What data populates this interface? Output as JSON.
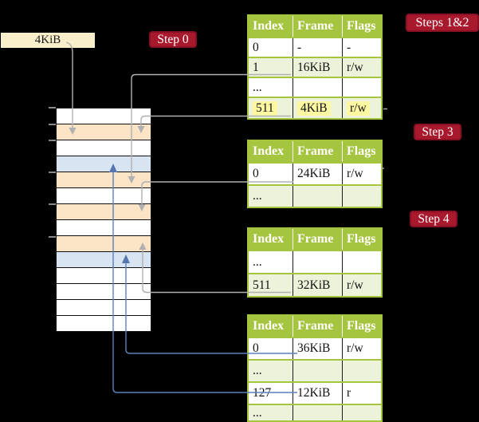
{
  "legend": {
    "page_size_label": "4KiB"
  },
  "badges": {
    "step0": "Step 0",
    "steps12": "Steps 1&2",
    "step3": "Step 3",
    "step4": "Step 4"
  },
  "memory": {
    "rows": [
      "white",
      "peach",
      "white",
      "blue",
      "peach",
      "white",
      "peach",
      "white",
      "peach",
      "blue",
      "white",
      "white",
      "white",
      "white"
    ]
  },
  "tables": [
    {
      "title": "page table for steps 1 and 2",
      "headers": [
        "Index",
        "Frame",
        "Flags"
      ],
      "rows": [
        {
          "cells": [
            "0",
            "-",
            "-"
          ],
          "shade": "white"
        },
        {
          "cells": [
            "1",
            "16KiB",
            "r/w"
          ],
          "shade": "green"
        },
        {
          "cells": [
            "...",
            "",
            ""
          ],
          "shade": "white"
        },
        {
          "cells": [
            "511",
            "4KiB",
            "r/w"
          ],
          "shade": "green",
          "highlighted": true
        }
      ]
    },
    {
      "title": "page table for step 3",
      "headers": [
        "Index",
        "Frame",
        "Flags"
      ],
      "rows": [
        {
          "cells": [
            "0",
            "24KiB",
            "r/w"
          ],
          "shade": "white"
        },
        {
          "cells": [
            "...",
            "",
            ""
          ],
          "shade": "green"
        }
      ]
    },
    {
      "title": "page table for step 4",
      "headers": [
        "Index",
        "Frame",
        "Flags"
      ],
      "rows": [
        {
          "cells": [
            "...",
            "",
            ""
          ],
          "shade": "white"
        },
        {
          "cells": [
            "511",
            "32KiB",
            "r/w"
          ],
          "shade": "green"
        }
      ]
    },
    {
      "title": "final level page table",
      "headers": [
        "Index",
        "Frame",
        "Flags"
      ],
      "rows": [
        {
          "cells": [
            "0",
            "36KiB",
            "r/w"
          ],
          "shade": "white"
        },
        {
          "cells": [
            "...",
            "",
            ""
          ],
          "shade": "green"
        },
        {
          "cells": [
            "127",
            "12KiB",
            "r"
          ],
          "shade": "white"
        },
        {
          "cells": [
            "...",
            "",
            ""
          ],
          "shade": "green"
        }
      ]
    }
  ],
  "colors": {
    "background": "#000000",
    "badge_red": "#a8192e",
    "table_header_green": "#a5c43f",
    "table_row_green": "#edf2da",
    "memory_peach": "#fbe3c5",
    "memory_blue": "#d8e4f2",
    "highlight_yellow": "#fdf8a1",
    "cream_box": "#faefcb",
    "gray_connector": "#b0b0b0",
    "blue_connector": "#5b81bb"
  }
}
